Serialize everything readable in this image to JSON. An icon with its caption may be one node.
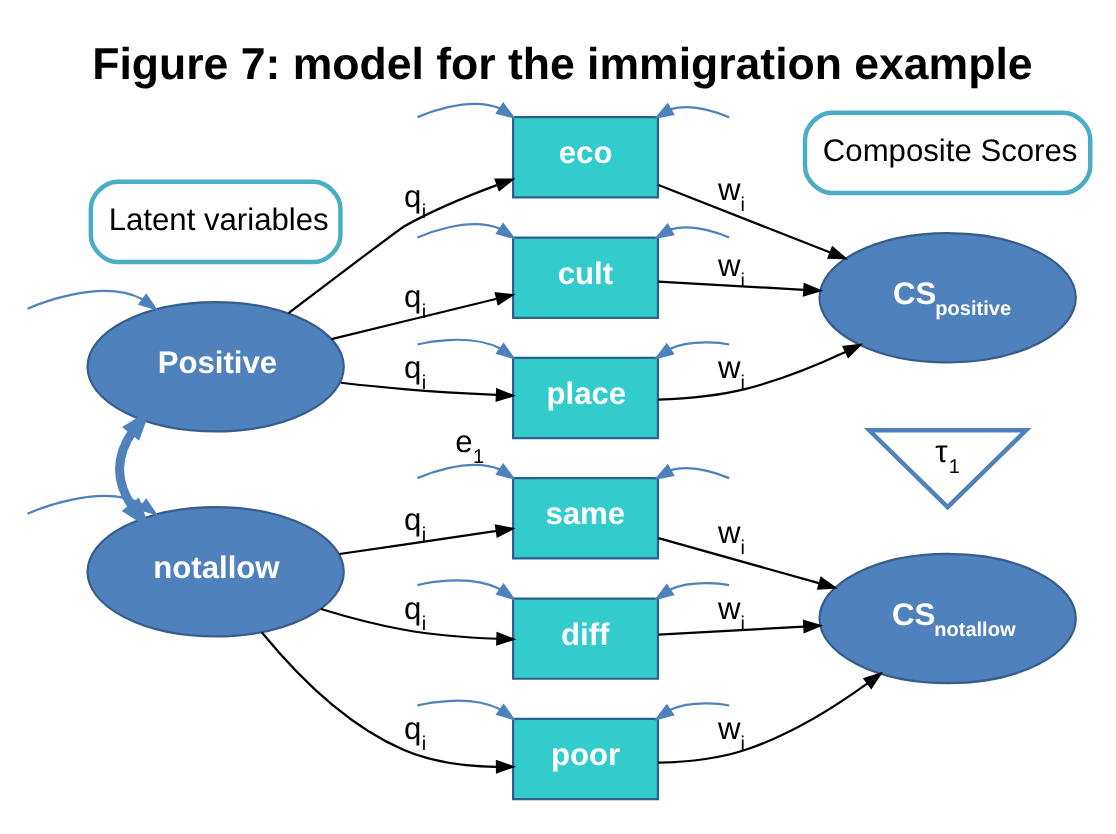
{
  "diagram": {
    "title": "Figure 7: model for the immigration example",
    "nodes": [
      {
        "text": [
          "Latent variables"
        ]
      },
      {
        "text": [
          "Composite Scores"
        ]
      },
      {
        "text": [
          "Positive"
        ]
      },
      {
        "text": [
          "eco"
        ]
      },
      {
        "text": [
          "cult"
        ]
      },
      {
        "text": [
          "place"
        ]
      },
      {
        "text": [
          "CS$_{positive}$"
        ]
      },
      {
        "text": [
          "τ$_{1}$"
        ]
      },
      {
        "text": [
          "notallow"
        ]
      },
      {
        "text": [
          "same"
        ]
      },
      {
        "text": [
          "diff"
        ]
      },
      {
        "text": [
          "poor"
        ]
      },
      {
        "text": [
          "CS$_{notallow}$"
        ]
      }
    ],
    "edges": [
      {
        "from": 2,
        "to": 3,
        "arrow": "to",
        "label": "q$_{i}$",
        "color": "#000000"
      },
      {
        "from": 2,
        "to": 4,
        "arrow": "to",
        "label": "q$_{i}$",
        "color": "#000000"
      },
      {
        "from": 2,
        "to": 5,
        "arrow": "to",
        "label": "q$_{i}$",
        "color": "#000000"
      },
      {
        "from": 3,
        "to": 6,
        "arrow": "to",
        "label": "w$_{i}$",
        "color": "#000000"
      },
      {
        "from": 4,
        "to": 6,
        "arrow": "to",
        "label": "w$_{i}$",
        "color": "#000000"
      },
      {
        "from": 5,
        "to": 6,
        "arrow": "to",
        "label": "w$_{i}$",
        "color": "#000000"
      },
      {
        "from": 2,
        "to": 8,
        "arrow": "both",
        "style": "thick",
        "color": "#4f81bd"
      },
      {
        "from": 8,
        "to": 9,
        "arrow": "to",
        "label": "q$_{i}$",
        "color": "#000000"
      },
      {
        "from": 8,
        "to": 10,
        "arrow": "to",
        "label": "q$_{i}$",
        "color": "#000000"
      },
      {
        "from": 8,
        "to": 11,
        "arrow": "to",
        "label": "q$_{i}$",
        "color": "#000000"
      },
      {
        "from": 9,
        "to": 12,
        "arrow": "to",
        "label": "w$_{i}$",
        "color": "#000000"
      },
      {
        "from": 10,
        "to": 12,
        "arrow": "to",
        "label": "w$_{i}$",
        "color": "#000000"
      },
      {
        "from": 11,
        "to": 12,
        "arrow": "to",
        "label": "w$_{i}$",
        "color": "#000000"
      },
      {
        "from": null,
        "to": 2,
        "arrow": "to",
        "color": "#4f81bd"
      },
      {
        "from": null,
        "to": 3,
        "arrow": "to",
        "color": "#4f81bd"
      },
      {
        "from": null,
        "to": 3,
        "arrow": "to",
        "color": "#4f81bd"
      },
      {
        "from": null,
        "to": 4,
        "arrow": "to",
        "color": "#4f81bd"
      },
      {
        "from": null,
        "to": 4,
        "arrow": "to",
        "color": "#4f81bd"
      },
      {
        "from": null,
        "to": 5,
        "arrow": "to",
        "color": "#4f81bd"
      },
      {
        "from": null,
        "to": 5,
        "arrow": "to",
        "color": "#4f81bd"
      },
      {
        "from": null,
        "to": 8,
        "arrow": "to",
        "color": "#4f81bd"
      },
      {
        "from": null,
        "to": 9,
        "arrow": "to",
        "color": "#4f81bd",
        "label": "e$_{1}$"
      },
      {
        "from": null,
        "to": 9,
        "arrow": "to",
        "color": "#4f81bd"
      },
      {
        "from": null,
        "to": 10,
        "arrow": "to",
        "color": "#4f81bd"
      },
      {
        "from": null,
        "to": 10,
        "arrow": "to",
        "color": "#4f81bd"
      },
      {
        "from": null,
        "to": 11,
        "arrow": "to",
        "color": "#4f81bd"
      },
      {
        "from": null,
        "to": 11,
        "arrow": "to",
        "color": "#4f81bd"
      }
    ]
  }
}
